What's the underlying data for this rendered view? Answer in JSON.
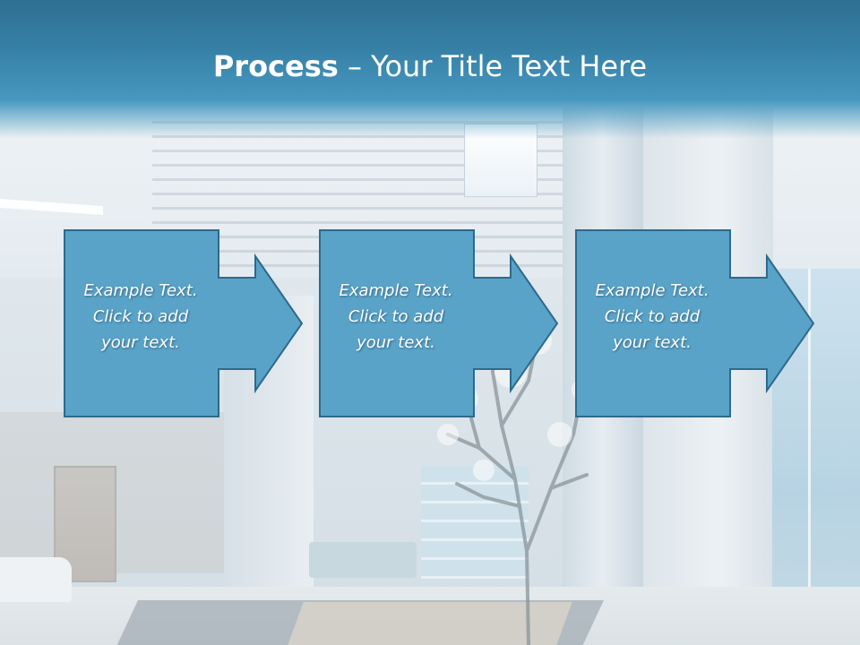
{
  "slide": {
    "title_bold": "Process",
    "title_rest": " – Your Title Text Here"
  },
  "steps": [
    {
      "line1": "Example Text.",
      "line2": "Click  to add",
      "line3": "your text."
    },
    {
      "line1": "Example Text.",
      "line2": "Click  to add",
      "line3": "your text."
    },
    {
      "line1": "Example Text.",
      "line2": "Click  to add",
      "line3": "your text."
    }
  ],
  "colors": {
    "title_bar": "#3680a6",
    "box_fill": "#5aa3c8",
    "box_border": "#2d6a8c",
    "text": "#ffffff"
  }
}
